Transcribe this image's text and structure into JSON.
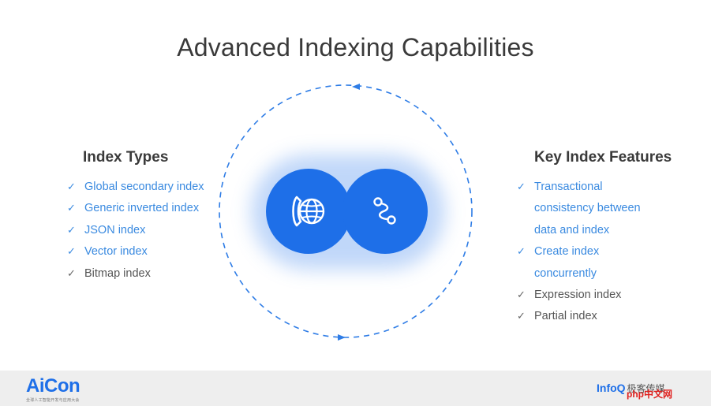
{
  "slide": {
    "title": "Advanced Indexing Capabilities"
  },
  "left_section": {
    "title": "Index Types",
    "items": [
      {
        "label": "Global secondary index",
        "checked": true,
        "highlight": true
      },
      {
        "label": "Generic inverted index",
        "checked": true,
        "highlight": true
      },
      {
        "label": "JSON index",
        "checked": true,
        "highlight": true
      },
      {
        "label": "Vector index",
        "checked": true,
        "highlight": true
      },
      {
        "label": "Bitmap index",
        "checked": true,
        "highlight": false
      }
    ]
  },
  "right_section": {
    "title": "Key Index Features",
    "items": [
      {
        "lines": [
          "Transactional",
          "consistency between",
          "data and index"
        ],
        "highlight": true
      },
      {
        "lines": [
          "Create index",
          "concurrently"
        ],
        "highlight": true
      },
      {
        "lines": [
          "Expression index"
        ],
        "highlight": false
      },
      {
        "lines": [
          "Partial index"
        ],
        "highlight": false
      }
    ]
  },
  "center": {
    "left_icon": "globe-phone-icon",
    "right_icon": "route-path-icon"
  },
  "footer": {
    "left_logo": "AiCon",
    "left_logo_sub": "全球人工智能开发与应用大会",
    "right_logo": "InfoQ",
    "right_logo_cn": "极客传媒",
    "watermark": "php中文网"
  },
  "colors": {
    "accent": "#1e6fe8",
    "highlight_text": "#3a8ae0",
    "muted_text": "#555555",
    "footer_bg": "#eeeeee"
  }
}
